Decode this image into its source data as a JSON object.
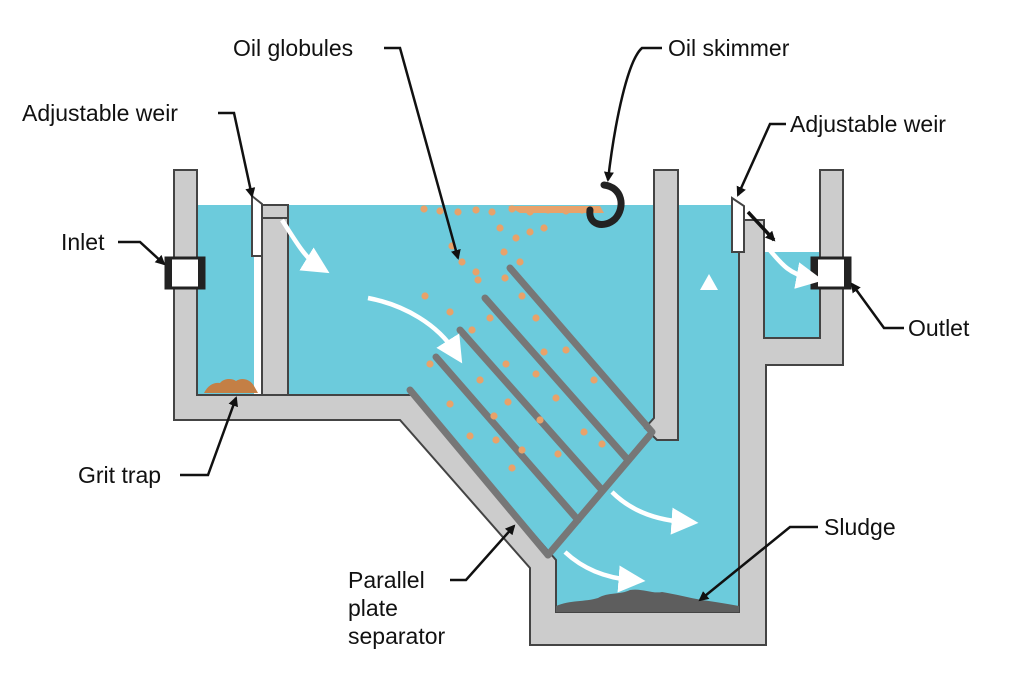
{
  "labels": {
    "oil_globules": "Oil globules",
    "oil_skimmer": "Oil skimmer",
    "adjustable_weir_left": "Adjustable weir",
    "adjustable_weir_right": "Adjustable weir",
    "inlet": "Inlet",
    "outlet": "Outlet",
    "grit_trap": "Grit trap",
    "sludge": "Sludge",
    "parallel_plate_separator": [
      "Parallel",
      "plate",
      "separator"
    ]
  },
  "colors": {
    "water": "#6ccbdc",
    "wall": "#cccccc",
    "wall_stroke": "#444444",
    "plate": "#777777",
    "oil": "#e8a26a",
    "grit": "#c47f45",
    "sludge": "#5e5e5e",
    "flow_arrow": "#ffffff",
    "leader": "#111111"
  },
  "icons": {
    "skimmer": "skimmer-hook-icon",
    "inlet_pipe": "pipe-fitting-icon",
    "outlet_pipe": "pipe-fitting-icon",
    "flow": "flow-arrow-icon",
    "vent": "triangle-marker-icon"
  }
}
